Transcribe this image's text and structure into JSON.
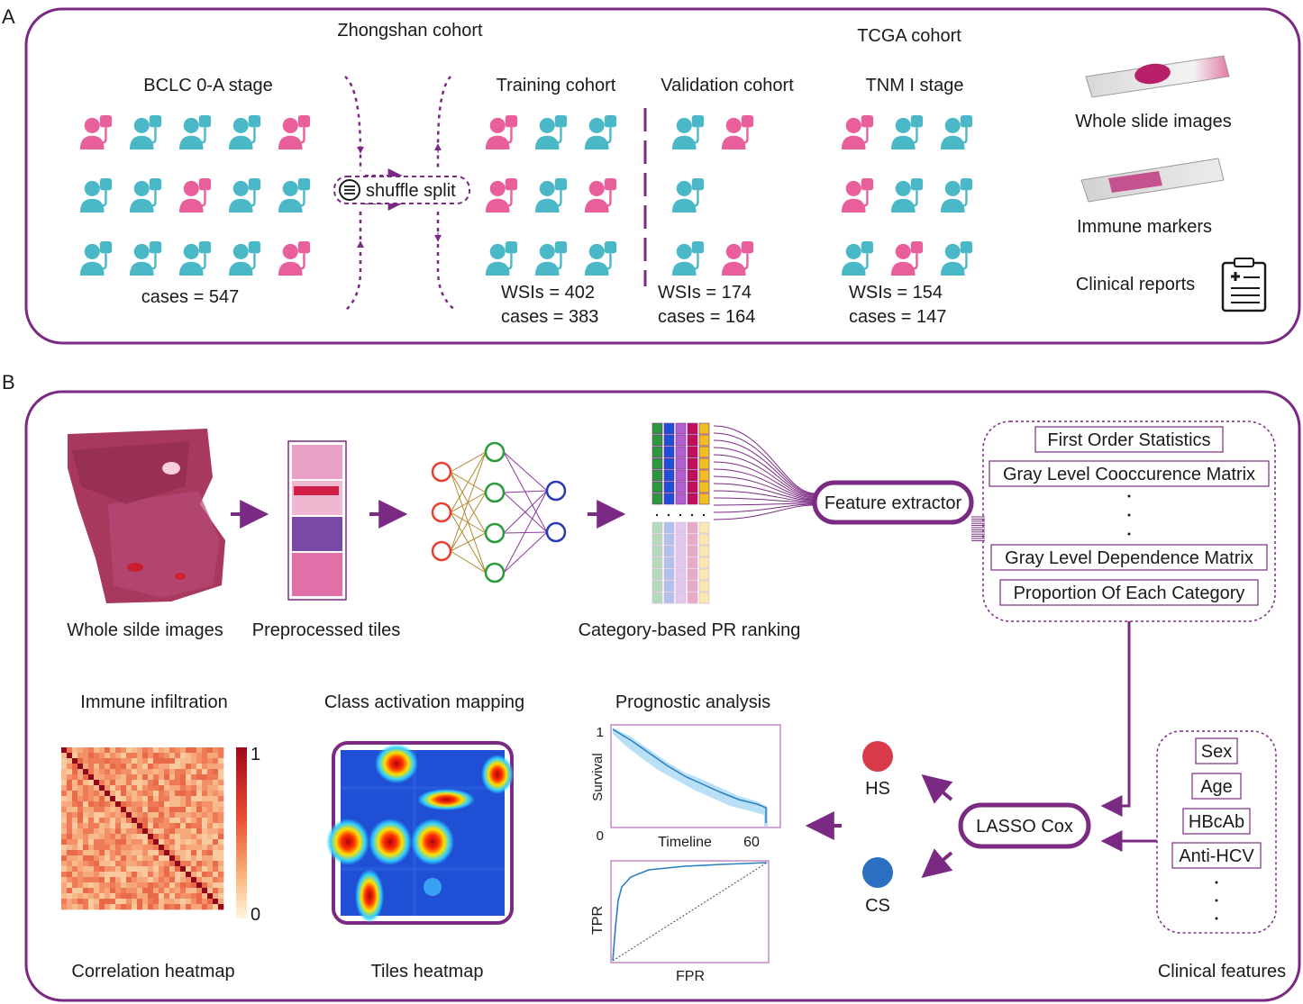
{
  "panelA": {
    "letter": "A",
    "zhongshan_title": "Zhongshan cohort",
    "tcga_title": "TCGA cohort",
    "bclc_title": "BCLC 0-A stage",
    "bclc_cases": "cases = 547",
    "shuffle_label": "shuffle split",
    "training_title": "Training cohort",
    "training_wsis": "WSIs  = 402",
    "training_cases": "cases = 383",
    "validation_title": "Validation cohort",
    "validation_wsis": "WSIs  = 174",
    "validation_cases": "cases = 164",
    "tnm_title": "TNM I stage",
    "tnm_wsis": "WSIs  = 154",
    "tnm_cases": "cases = 147",
    "wsi_label": "Whole slide images",
    "immune_label": "Immune markers",
    "clinical_label": "Clinical reports"
  },
  "panelB": {
    "letter": "B",
    "wsi_caption": "Whole silde images",
    "tiles_caption": "Preprocessed tiles",
    "pr_caption": "Category-based PR ranking",
    "feature_extractor": "Feature extractor",
    "feature_items": [
      "First Order Statistics",
      "Gray Level Cooccurence Matrix",
      "Gray Level Dependence Matrix",
      "Proportion Of Each Category"
    ],
    "immune_title": "Immune infiltration",
    "cam_title": "Class activation mapping",
    "prog_title": "Prognostic analysis",
    "colorbar_max": "1",
    "colorbar_min": "0",
    "survival_ylabel": "Survival",
    "survival_y1": "1",
    "survival_x0": "0",
    "timeline_label": "Timeline",
    "timeline_end": "60",
    "tpr_label": "TPR",
    "fpr_label": "FPR",
    "hs_label": "HS",
    "cs_label": "CS",
    "lasso_label": "LASSO  Cox",
    "clinical_items": [
      "Sex",
      "Age",
      "HBcAb",
      "Anti-HCV"
    ],
    "corr_caption": "Correlation heatmap",
    "tiles_heatmap_caption": "Tiles heatmap",
    "clinical_features_caption": "Clinical features"
  },
  "colors": {
    "purple": "#7b2a83",
    "pink": "#e85f9c",
    "teal": "#4bb8c8",
    "hs": "#d93a4a",
    "cs": "#2a6fc0"
  }
}
